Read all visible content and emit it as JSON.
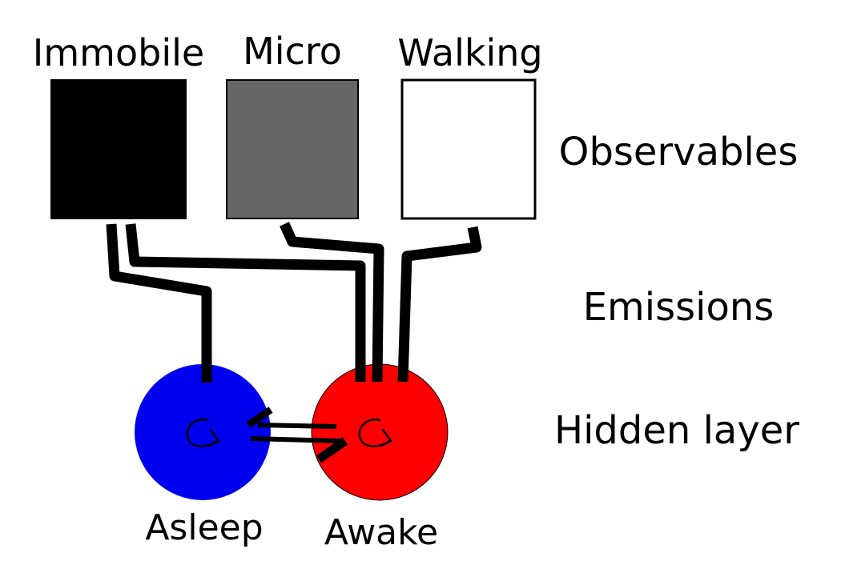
{
  "observables": [
    {
      "label": "Immobile",
      "color": "#000000"
    },
    {
      "label": "Micro",
      "color": "#666666"
    },
    {
      "label": "Walking",
      "color": "#ffffff"
    }
  ],
  "rows": {
    "observables": "Observables",
    "emissions": "Emissions",
    "hidden": "Hidden layer"
  },
  "states": [
    {
      "label": "Asleep",
      "color": "#0000ee"
    },
    {
      "label": "Awake",
      "color": "#ff0000"
    }
  ],
  "self_loop_icon": "circular-arrow-icon"
}
